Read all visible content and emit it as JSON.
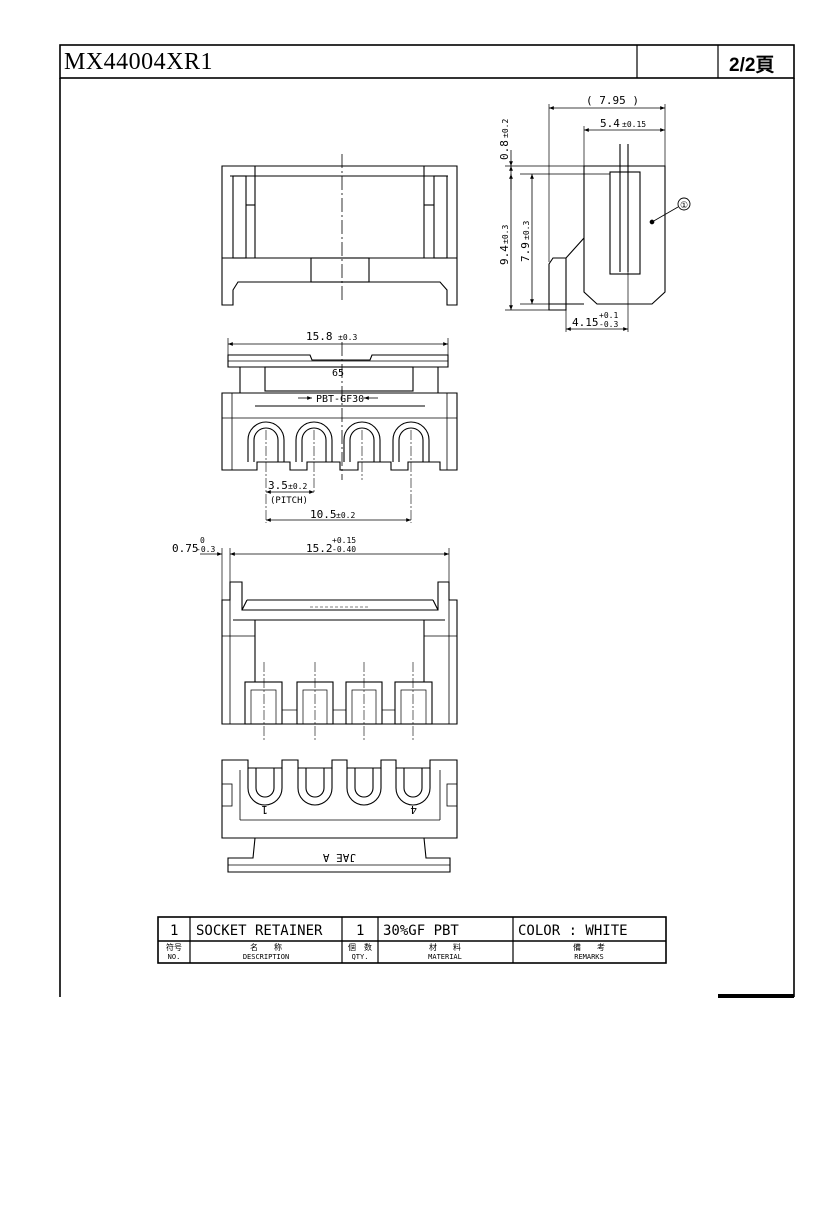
{
  "header": {
    "drawing_number": "MX44004XR1",
    "page": "2/2頁"
  },
  "side_view": {
    "dim_overall_depth": "( 7.95 )",
    "dim_depth": "5.4",
    "dim_depth_tol": "±0.15",
    "dim_top": "0.8",
    "dim_top_tol": "±0.2",
    "dim_height": "9.4",
    "dim_height_tol": "±0.3",
    "dim_inner_height": "7.9",
    "dim_inner_height_tol": "±0.3",
    "dim_offset": "4.15",
    "dim_offset_tol_plus": "+0.1",
    "dim_offset_tol_minus": "-0.3",
    "balloon": "①"
  },
  "top_view": {
    "dim_width": "15.8",
    "dim_width_tol": "±0.3",
    "mark_code": "65",
    "mark_material": "PBT-GF30",
    "dim_pitch": "3.5",
    "dim_pitch_tol": "±0.2",
    "pitch_label": "(PITCH)",
    "dim_span": "10.5",
    "dim_span_tol": "±0.2"
  },
  "front_view": {
    "dim_edge": "0.75",
    "dim_edge_tol_plus": "0",
    "dim_edge_tol_minus": "-0.3",
    "dim_width": "15.2",
    "dim_width_tol_plus": "+0.15",
    "dim_width_tol_minus": "-0.40"
  },
  "bottom_view": {
    "pin_first": "1",
    "pin_last": "4",
    "brand_mark": "JAE A"
  },
  "parts_table": {
    "row": {
      "no": "1",
      "description": "SOCKET RETAINER",
      "qty": "1",
      "material": "30%GF PBT",
      "remarks": "COLOR : WHITE"
    },
    "headers": {
      "no_jp": "符号",
      "no_en": "NO.",
      "description_jp": "名　　称",
      "description_en": "DESCRIPTION",
      "qty_jp": "個　数",
      "qty_en": "QTY.",
      "material_jp": "材　　料",
      "material_en": "MATERIAL",
      "remarks_jp": "備　　考",
      "remarks_en": "REMARKS"
    }
  }
}
